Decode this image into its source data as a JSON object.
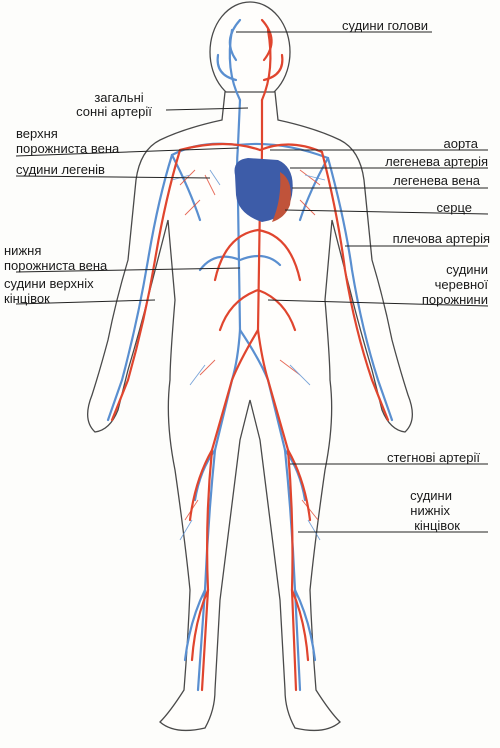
{
  "diagram": {
    "labels": {
      "head_vessels": "судини голови",
      "carotid_line1": "загальні",
      "carotid_line2": "сонні артерії",
      "svc_line1": "верхня",
      "svc_line2": "порожниста вена",
      "lung_vessels": "судини легенів",
      "ivc_line1": "нижня",
      "ivc_line2": "порожниста вена",
      "upper_limb_line1": "судини верхніх",
      "upper_limb_line2": "кінцівок",
      "aorta": "аорта",
      "pulmonary_artery": "легенева артерія",
      "pulmonary_vein": "легенева вена",
      "heart": "серце",
      "brachial_artery": "плечова артерія",
      "abdominal_line1": "судини",
      "abdominal_line2": "черевної",
      "abdominal_line3": "порожнини",
      "femoral_arteries": "стегнові артерії",
      "lower_limb_line1": "судини",
      "lower_limb_line2": "нижніх",
      "lower_limb_line3": "кінцівок"
    },
    "colors": {
      "artery": "#e0452e",
      "vein": "#5a8fd0",
      "heart": "#3d5ca8",
      "outline": "#3a3a3a"
    }
  }
}
